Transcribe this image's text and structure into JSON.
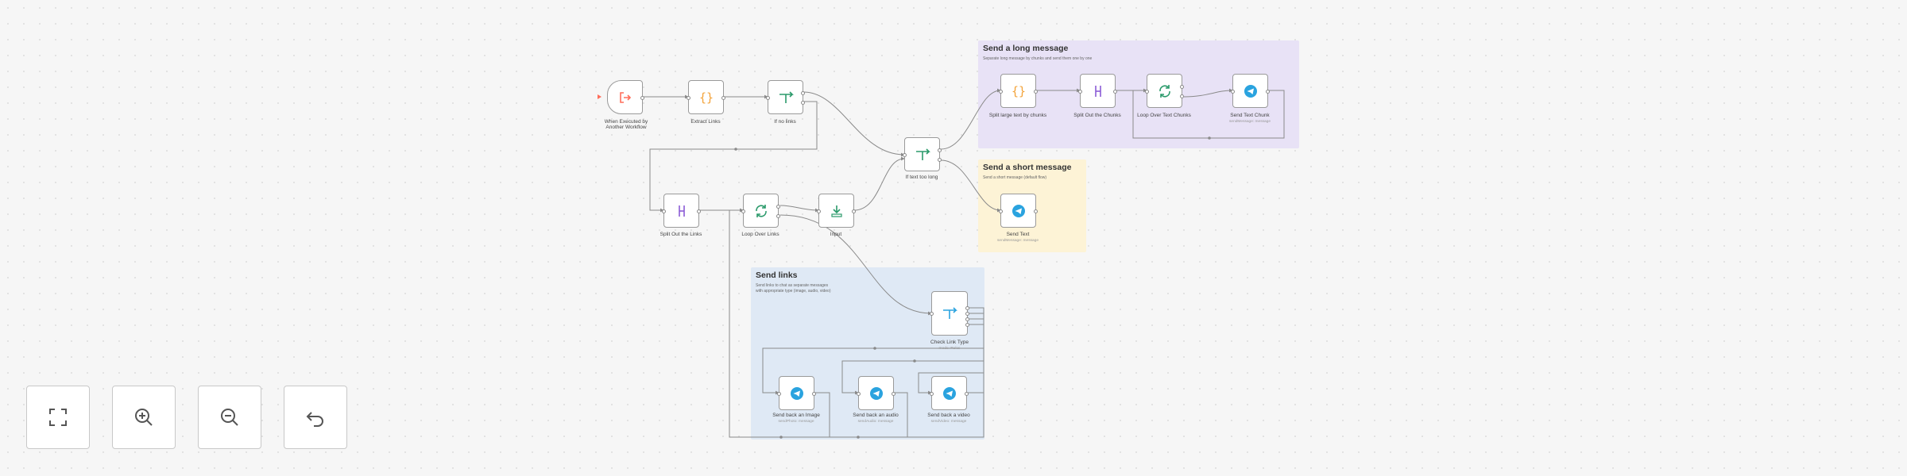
{
  "groups": [
    {
      "id": "long",
      "title": "Send a long message",
      "description": "Separate long message by chunks and send them one by one",
      "color": "#e8e2f6"
    },
    {
      "id": "short",
      "title": "Send a short message",
      "description": "Send a short message (default flow)",
      "color": "#fdf3d6"
    },
    {
      "id": "links",
      "title": "Send links",
      "description": "Send links to chat as separate messages\nwith appropriate type (image, audio, video)",
      "color": "#dfe9f5"
    }
  ],
  "nodes": [
    {
      "id": "trigger",
      "label": "When Executed by",
      "label2": "Another Workflow",
      "icon": "trigger-icon",
      "sub": ""
    },
    {
      "id": "extract",
      "label": "Extract Links",
      "icon": "code-icon",
      "sub": ""
    },
    {
      "id": "if_links",
      "label": "If no links",
      "icon": "if-icon",
      "sub": ""
    },
    {
      "id": "split_links",
      "label": "Split Out the Links",
      "icon": "split-out-icon",
      "sub": ""
    },
    {
      "id": "loop_links",
      "label": "Loop Over Links",
      "icon": "loop-icon",
      "sub": ""
    },
    {
      "id": "input",
      "label": "Input",
      "icon": "input-icon",
      "sub": ""
    },
    {
      "id": "if_long",
      "label": "If text too long",
      "icon": "if-icon",
      "sub": ""
    },
    {
      "id": "split_chunks",
      "label": "Split large text by chunks",
      "icon": "code-icon",
      "sub": ""
    },
    {
      "id": "split_out_chunks",
      "label": "Split Out the Chunks",
      "icon": "split-out-icon",
      "sub": ""
    },
    {
      "id": "loop_chunks",
      "label": "Loop Over Text Chunks",
      "icon": "loop-icon",
      "sub": ""
    },
    {
      "id": "send_chunk",
      "label": "Send Text Chunk",
      "icon": "telegram-icon",
      "sub": "sendMessage: message"
    },
    {
      "id": "send_text",
      "label": "Send Text",
      "icon": "telegram-icon",
      "sub": "sendMessage: message"
    },
    {
      "id": "check_type",
      "label": "Check Link Type",
      "icon": "switch-icon",
      "sub": "mode: Rules"
    },
    {
      "id": "send_image",
      "label": "Send back an Image",
      "icon": "telegram-icon",
      "sub": "sendPhoto: message"
    },
    {
      "id": "send_audio",
      "label": "Send back an audio",
      "icon": "telegram-icon",
      "sub": "sendAudio: message"
    },
    {
      "id": "send_video",
      "label": "Send back a video",
      "icon": "telegram-icon",
      "sub": "sendVideo: message"
    }
  ],
  "controls": [
    {
      "id": "fit",
      "icon": "fit-view-icon"
    },
    {
      "id": "zoom_in",
      "icon": "zoom-in-icon"
    },
    {
      "id": "zoom_out",
      "icon": "zoom-out-icon"
    },
    {
      "id": "undo",
      "icon": "undo-icon"
    }
  ],
  "colors": {
    "trigger": "#ff6d5a",
    "code": "#f3a33a",
    "if": "#2b9a6b",
    "split": "#8b5cd6",
    "loop": "#2b9a6b",
    "telegram": "#2aa3df",
    "edge": "#8a8a8a"
  }
}
